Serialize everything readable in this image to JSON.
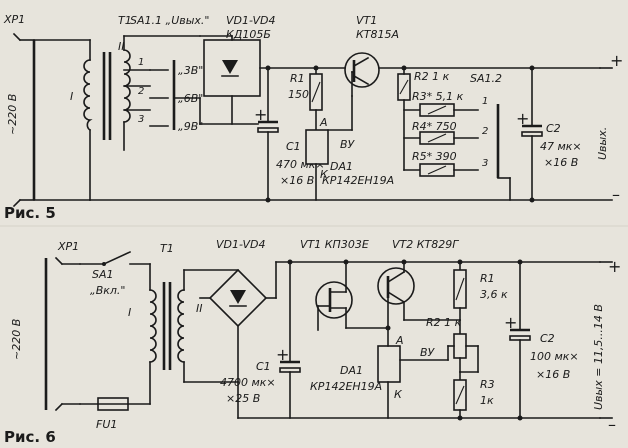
{
  "fig5": {
    "caption": "Рис. 5",
    "xp1": "XP1",
    "mains": "~220 В",
    "t1": "T1",
    "winding1": "I",
    "winding2": "II",
    "sa11": "SA1.1 „Uвых.\"",
    "tap1": "1",
    "tap2": "2",
    "tap3": "3",
    "v3": "„3В\"",
    "v6": "„6В\"",
    "v9": "„9В\"",
    "vd": "VD1-VD4",
    "vd_type": "КД105Б",
    "c1": "C1",
    "c1_val": "470 мк×",
    "c1_volt": "×16 В",
    "r1": "R1",
    "r1_val": "150",
    "vt1": "VT1",
    "vt1_type": "КТ815А",
    "da1": "DA1",
    "da1_type": "КР142ЕН19А",
    "pin_a": "А",
    "pin_k": "К",
    "vu": "ВУ",
    "r2": "R2 1 к",
    "r3": "R3* 5,1 к",
    "r4": "R4* 750",
    "r5": "R5* 390",
    "sa12": "SA1.2",
    "s1": "1",
    "s2": "2",
    "s3": "3",
    "c2": "C2",
    "c2_val": "47 мк×",
    "c2_volt": "×16 В",
    "uout": "Uвых.",
    "plus": "+",
    "minus": "–"
  },
  "fig6": {
    "caption": "Рис. 6",
    "xp1": "XP1",
    "mains": "~220 В",
    "sa1": "SA1",
    "sa1_label": "„Вкл.\"",
    "fu1": "FU1",
    "t1": "T1",
    "winding1": "I",
    "winding2": "II",
    "vd": "VD1-VD4",
    "vt1": "VT1 КП303Е",
    "vt2": "VT2 КТ829Г",
    "c1": "C1",
    "c1_val": "4700 мк×",
    "c1_volt": "×25 В",
    "da1": "DA1",
    "da1_type": "КР142ЕН19А",
    "pin_a": "А",
    "pin_k": "К",
    "vu": "ВУ",
    "r1": "R1",
    "r1_val": "3,6 к",
    "r2": "R2 1 к",
    "r3": "R3",
    "r3_val": "1к",
    "c2": "C2",
    "c2_val": "100 мк×",
    "c2_volt": "×16 В",
    "uout": "Uвых = 11,5...14 В",
    "plus": "+",
    "minus": "–"
  }
}
